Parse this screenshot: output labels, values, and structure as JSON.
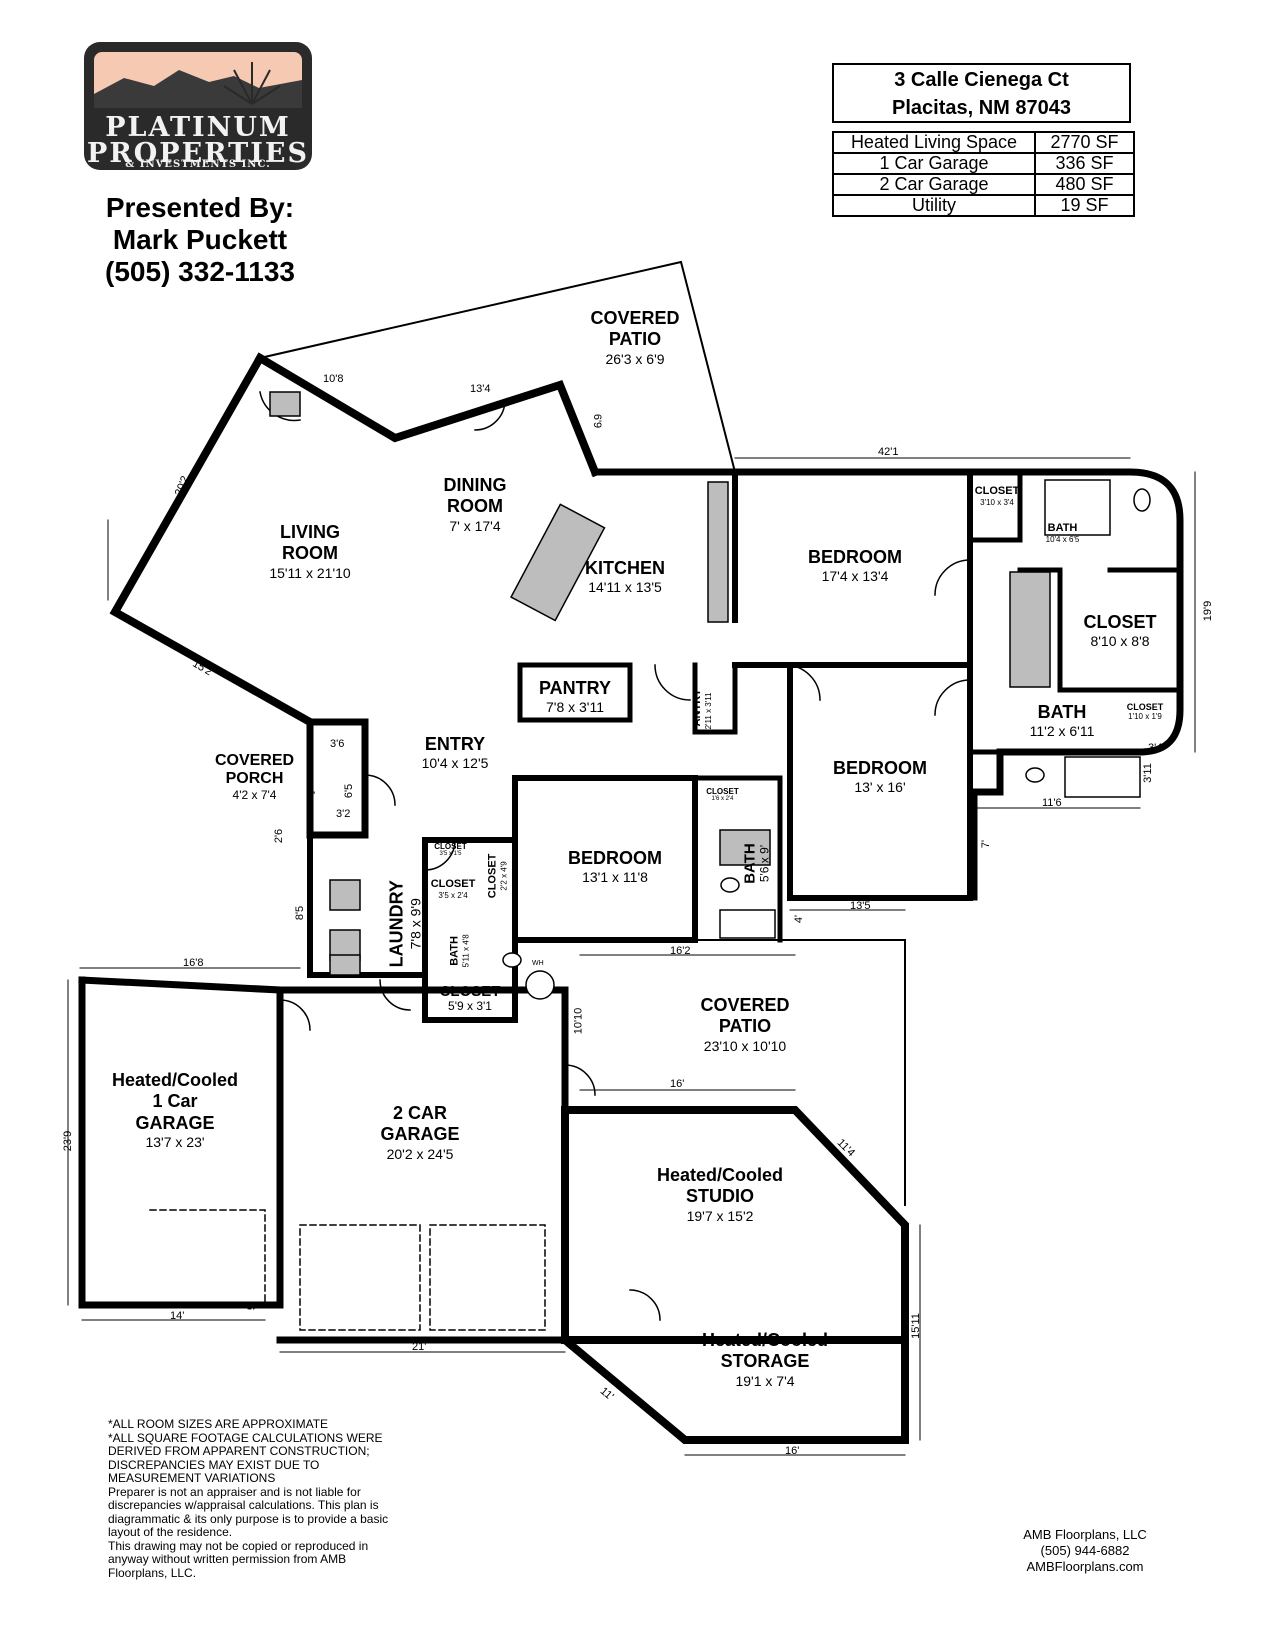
{
  "logo": {
    "line1": "PLATINUM",
    "line2": "PROPERTIES",
    "line3": "& INVESTMENTS INC."
  },
  "presenter": {
    "line1": "Presented By:",
    "line2": "Mark Puckett",
    "line3": "(505) 332-1133"
  },
  "address": {
    "line1": "3 Calle Cienega Ct",
    "line2": "Placitas, NM 87043"
  },
  "square_footage": [
    {
      "label": "Heated Living Space",
      "value": "2770 SF"
    },
    {
      "label": "1 Car Garage",
      "value": "336 SF"
    },
    {
      "label": "2 Car Garage",
      "value": "480 SF"
    },
    {
      "label": "Utility",
      "value": "19 SF"
    }
  ],
  "rooms": {
    "covered_patio_top": {
      "name1": "COVERED",
      "name2": "PATIO",
      "dims": "26'3 x 6'9"
    },
    "dining": {
      "name1": "DINING",
      "name2": "ROOM",
      "dims": "7' x 17'4"
    },
    "living": {
      "name1": "LIVING",
      "name2": "ROOM",
      "dims": "15'11 x 21'10"
    },
    "kitchen": {
      "name": "KITCHEN",
      "dims": "14'11 x 13'5"
    },
    "pantry": {
      "name": "PANTRY",
      "dims": "7'8 x 3'11"
    },
    "pantry_small": {
      "name": "PANTRY",
      "dims": "2'11 x 3'11"
    },
    "bedroom_ne": {
      "name": "BEDROOM",
      "dims": "17'4 x 13'4"
    },
    "bedroom_e": {
      "name": "BEDROOM",
      "dims": "13' x 16'"
    },
    "bedroom_c": {
      "name": "BEDROOM",
      "dims": "13'1 x 11'8"
    },
    "closet_master": {
      "name": "CLOSET",
      "dims": "8'10 x 8'8"
    },
    "bath_master_top": {
      "name": "BATH",
      "dims": "10'4 x 6'5"
    },
    "closet_tr": {
      "name": "CLOSET",
      "dims": "3'10 x 3'4"
    },
    "bath_master": {
      "name": "BATH",
      "dims": "11'2 x 6'11"
    },
    "closet_br": {
      "name": "CLOSET",
      "dims": "1'10 x 1'9"
    },
    "entry": {
      "name": "ENTRY",
      "dims": "10'4 x 12'5"
    },
    "covered_porch": {
      "name1": "COVERED",
      "name2": "PORCH",
      "dims": "4'2 x 7'4"
    },
    "laundry": {
      "name": "LAUNDRY",
      "dims": "7'8 x 9'9"
    },
    "closet_a": {
      "name": "CLOSET",
      "dims": "3'5 x 1'5"
    },
    "closet_b": {
      "name": "CLOSET",
      "dims": "2'2 x 4'9"
    },
    "closet_c": {
      "name": "CLOSET",
      "dims": "3'5 x 2'4"
    },
    "bath_hall": {
      "name": "BATH",
      "dims": "5'11 x 4'8"
    },
    "closet_d": {
      "name": "CLOSET",
      "dims": "5'9 x 3'1"
    },
    "closet_e": {
      "name": "CLOSET",
      "dims": "1'6 x 2'4"
    },
    "bath_c": {
      "name": "BATH",
      "dims": "5'6 x 9'"
    },
    "covered_patio_s": {
      "name1": "COVERED",
      "name2": "PATIO",
      "dims": "23'10 x 10'10"
    },
    "garage1": {
      "name1": "Heated/Cooled",
      "name2": "1 Car",
      "name3": "GARAGE",
      "dims": "13'7 x 23'"
    },
    "garage2": {
      "name1": "2 CAR",
      "name2": "GARAGE",
      "dims": "20'2 x 24'5"
    },
    "studio": {
      "name1": "Heated/Cooled",
      "name2": "STUDIO",
      "dims": "19'7 x 15'2"
    },
    "storage": {
      "name1": "Heated/Cooled",
      "name2": "STORAGE",
      "dims": "19'1 x 7'4"
    },
    "wh": "WH"
  },
  "measurements": [
    "10'8",
    "13'4",
    "6'9",
    "42'1",
    "20'2",
    "15'2",
    "19'9",
    "3'6",
    "6'5",
    "3'2",
    "2'6",
    "4'",
    "3'4",
    "3'11",
    "11'6",
    "7'",
    "13'5",
    "4'",
    "16'2",
    "10'10",
    "16'",
    "11'4",
    "8'5",
    "16'8",
    "23'9",
    "14'",
    "5'",
    "21'",
    "11'",
    "16'",
    "15'11"
  ],
  "disclaimer": [
    "*ALL ROOM SIZES ARE APPROXIMATE",
    "*ALL SQUARE FOOTAGE CALCULATIONS WERE",
    "DERIVED FROM APPARENT CONSTRUCTION;",
    "DISCREPANCIES MAY EXIST DUE TO",
    "MEASUREMENT VARIATIONS",
    "Preparer is not an appraiser and is not liable for",
    "discrepancies w/appraisal calculations.  This plan is",
    "diagrammatic & its only purpose is to provide a basic",
    "layout of the residence.",
    "This drawing may not be copied or reproduced in",
    "anyway without written permission from AMB",
    "Floorplans, LLC."
  ],
  "credit": {
    "line1": "AMB Floorplans, LLC",
    "line2": "(505) 944-6882",
    "line3": "AMBFloorplans.com"
  },
  "colors": {
    "wall": "#000000",
    "fixture_fill": "#bdbdbd",
    "logo_bg": "#2a2a2a",
    "logo_sky": "#f6c9b2"
  }
}
